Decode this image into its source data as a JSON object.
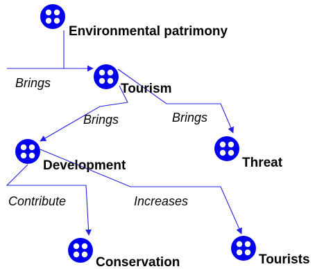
{
  "colors": {
    "node_fill": "#0000ee",
    "node_dot": "#ffffff",
    "edge": "#2020e0",
    "text": "#000000"
  },
  "nodes": {
    "environmental_patrimony": {
      "label": "Environmental patrimony",
      "icon": "concept-node-icon"
    },
    "tourism": {
      "label": "Tourism",
      "icon": "concept-node-icon"
    },
    "development": {
      "label": "Development",
      "icon": "concept-node-icon"
    },
    "threat": {
      "label": "Threat",
      "icon": "concept-node-icon"
    },
    "conservation": {
      "label": "Conservation",
      "icon": "concept-node-icon"
    },
    "tourists": {
      "label": "Tourists",
      "icon": "concept-node-icon"
    }
  },
  "edges": {
    "patrimony_to_tourism": {
      "label": "Brings"
    },
    "tourism_to_development": {
      "label": "Brings"
    },
    "tourism_to_threat": {
      "label": "Brings"
    },
    "development_to_conservation": {
      "label": "Contribute"
    },
    "development_to_tourists": {
      "label": "Increases"
    }
  }
}
